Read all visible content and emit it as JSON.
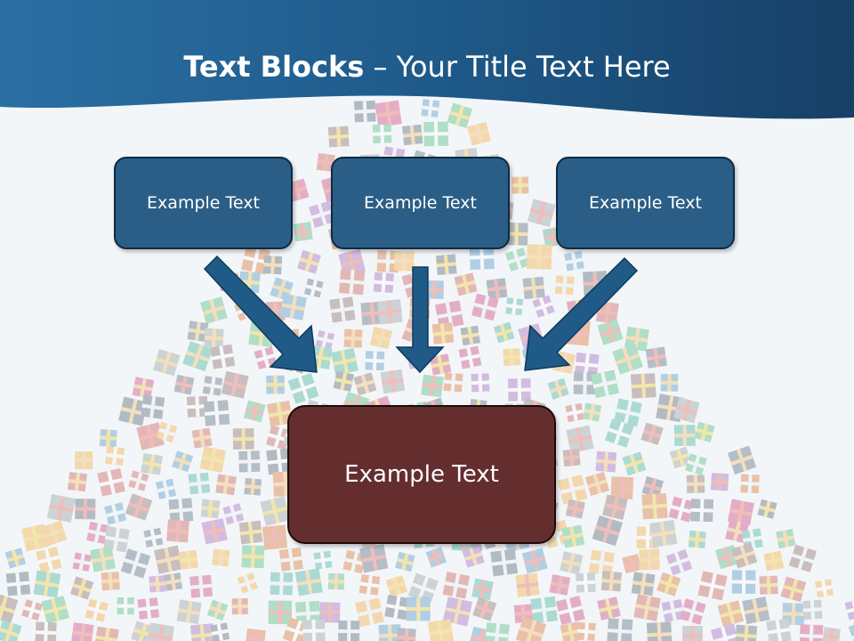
{
  "title": {
    "bold_part": "Text Blocks",
    "separator": " – ",
    "regular_part": "Your Title Text Here"
  },
  "boxes": {
    "left": "Example Text",
    "center": "Example Text",
    "right": "Example Text",
    "bottom": "Example Text"
  },
  "colors": {
    "header": "#235f8e",
    "blue_box": "#2a5e86",
    "bottom_box": "#642e2f",
    "arrow": "#1f5b86"
  },
  "background": {
    "motif": "gift-boxes-tree"
  }
}
